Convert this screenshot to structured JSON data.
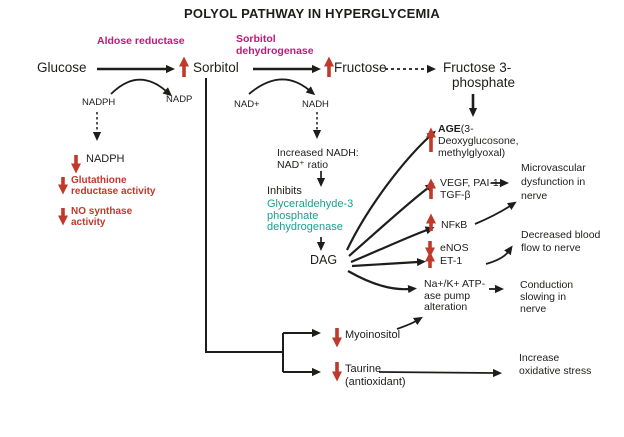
{
  "title": "POLYOL PATHWAY IN HYPERGLYCEMIA",
  "colors": {
    "enzyme_magenta": "#c4177c",
    "inhibited_enzyme_teal": "#18a08f",
    "change_arrow_red": "#bf3a2b",
    "warning_text_red": "#c0392b",
    "line_black": "#1d1d1b",
    "background": "#ffffff"
  },
  "pathway": {
    "glucose": "Glucose",
    "sorbitol": "Sorbitol",
    "fructose": "Fructose",
    "fructose3p_l1": "Fructose 3-",
    "fructose3p_l2": "phosphate",
    "aldose_reductase": "Aldose reductase",
    "sorbitol_dehydrogenase_l1": "Sorbitol",
    "sorbitol_dehydrogenase_l2": "dehydrogenase",
    "nadph": "NADPH",
    "nadp": "NADP",
    "nad_plus": "NAD+",
    "nadh": "NADH"
  },
  "left_branch": {
    "nadph_low": "NADPH",
    "glutathione_l1": "Glutathione",
    "glutathione_l2": "reductase activity",
    "no_synthase_l1": "NO synthase",
    "no_synthase_l2": "activity"
  },
  "center": {
    "increased_l1": "Increased NADH:",
    "increased_l2": "NAD⁺ ratio",
    "inhibits": "Inhibits",
    "gapdh_l1": "Glyceraldehyde-3",
    "gapdh_l2": "phosphate",
    "gapdh_l3": "dehydrogenase",
    "dag": "DAG"
  },
  "mediators": {
    "age_bold": "AGE",
    "age_rest": "(3-",
    "age_l2": "Deoxyglucosone,",
    "age_l3": "methylglyoxal)",
    "vegf_l1": "VEGF, PAI-1,",
    "vegf_l2": "TGF-β",
    "nfkb": "NFκB",
    "enos": "eNOS",
    "et1": "ET-1",
    "nak_l1": "Na+/K+ ATP-",
    "nak_l2": "ase pump",
    "nak_l3": "alteration",
    "myoinositol": "Myoinositol",
    "taurine_l1": "Taurine",
    "taurine_l2": "(antioxidant)"
  },
  "outcomes": {
    "micro_l1": "Microvascular",
    "micro_l2": "dysfunction in",
    "micro_l3": "nerve",
    "blood_l1": "Decreased blood",
    "blood_l2": "flow to nerve",
    "conduction_l1": "Conduction",
    "conduction_l2": "slowing in",
    "conduction_l3": "nerve",
    "oxidative_l1": "Increase",
    "oxidative_l2": "oxidative stress"
  }
}
